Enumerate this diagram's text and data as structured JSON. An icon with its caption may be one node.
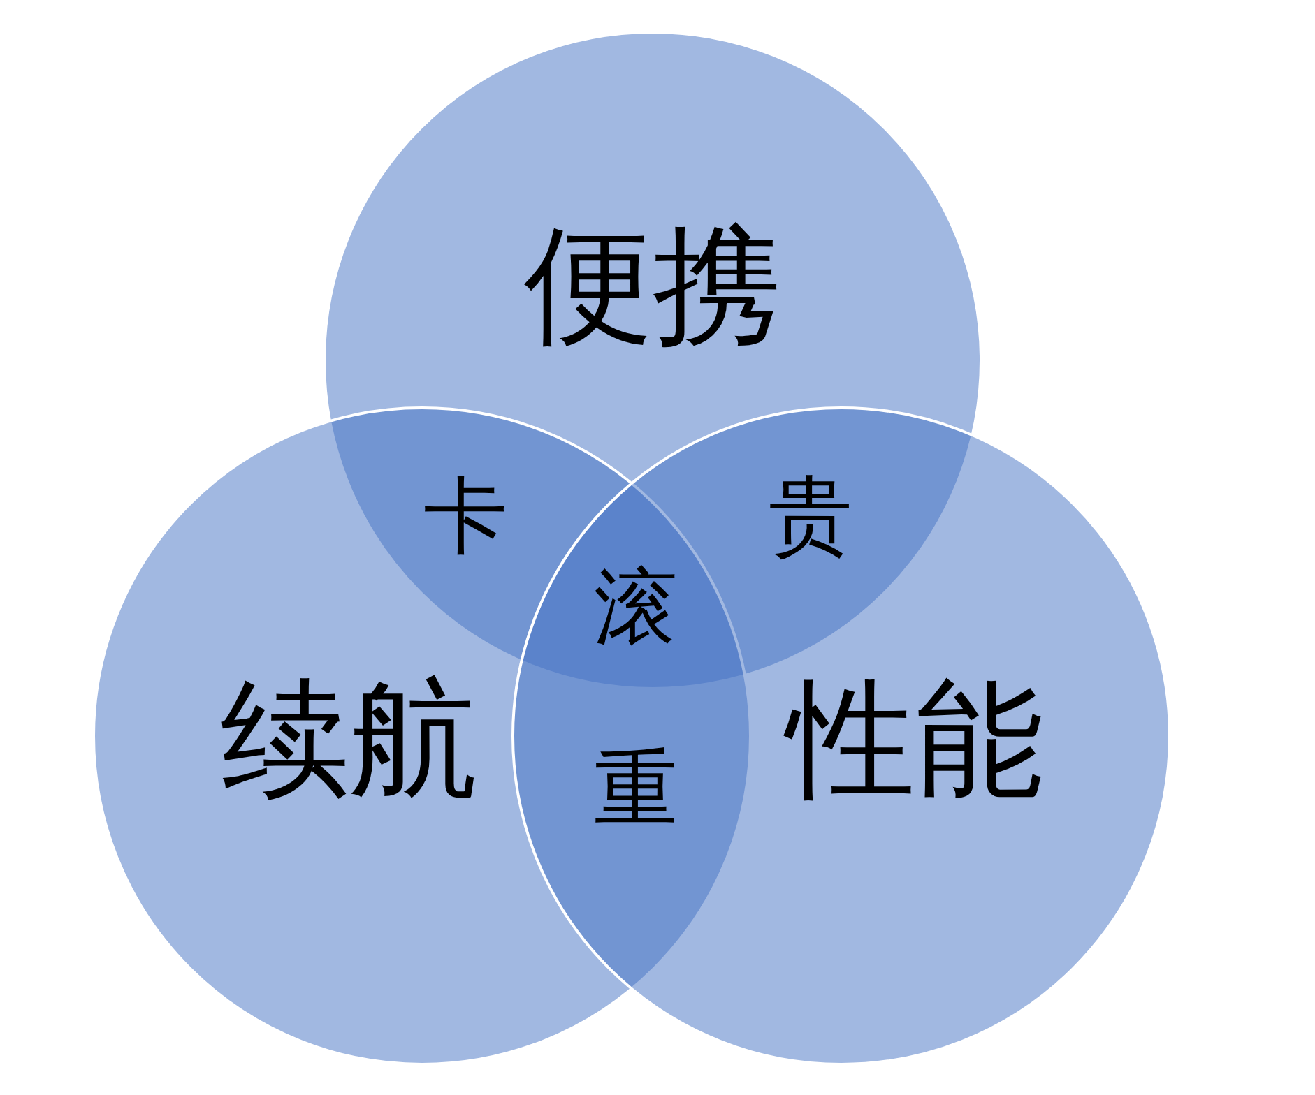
{
  "diagram": {
    "nodes": [
      {
        "text": [
          "便携"
        ]
      },
      {
        "text": [
          "续航"
        ]
      },
      {
        "text": [
          "性能"
        ]
      }
    ],
    "edges": [],
    "labels": [
      "卡",
      "贵",
      "滚",
      "重"
    ]
  }
}
